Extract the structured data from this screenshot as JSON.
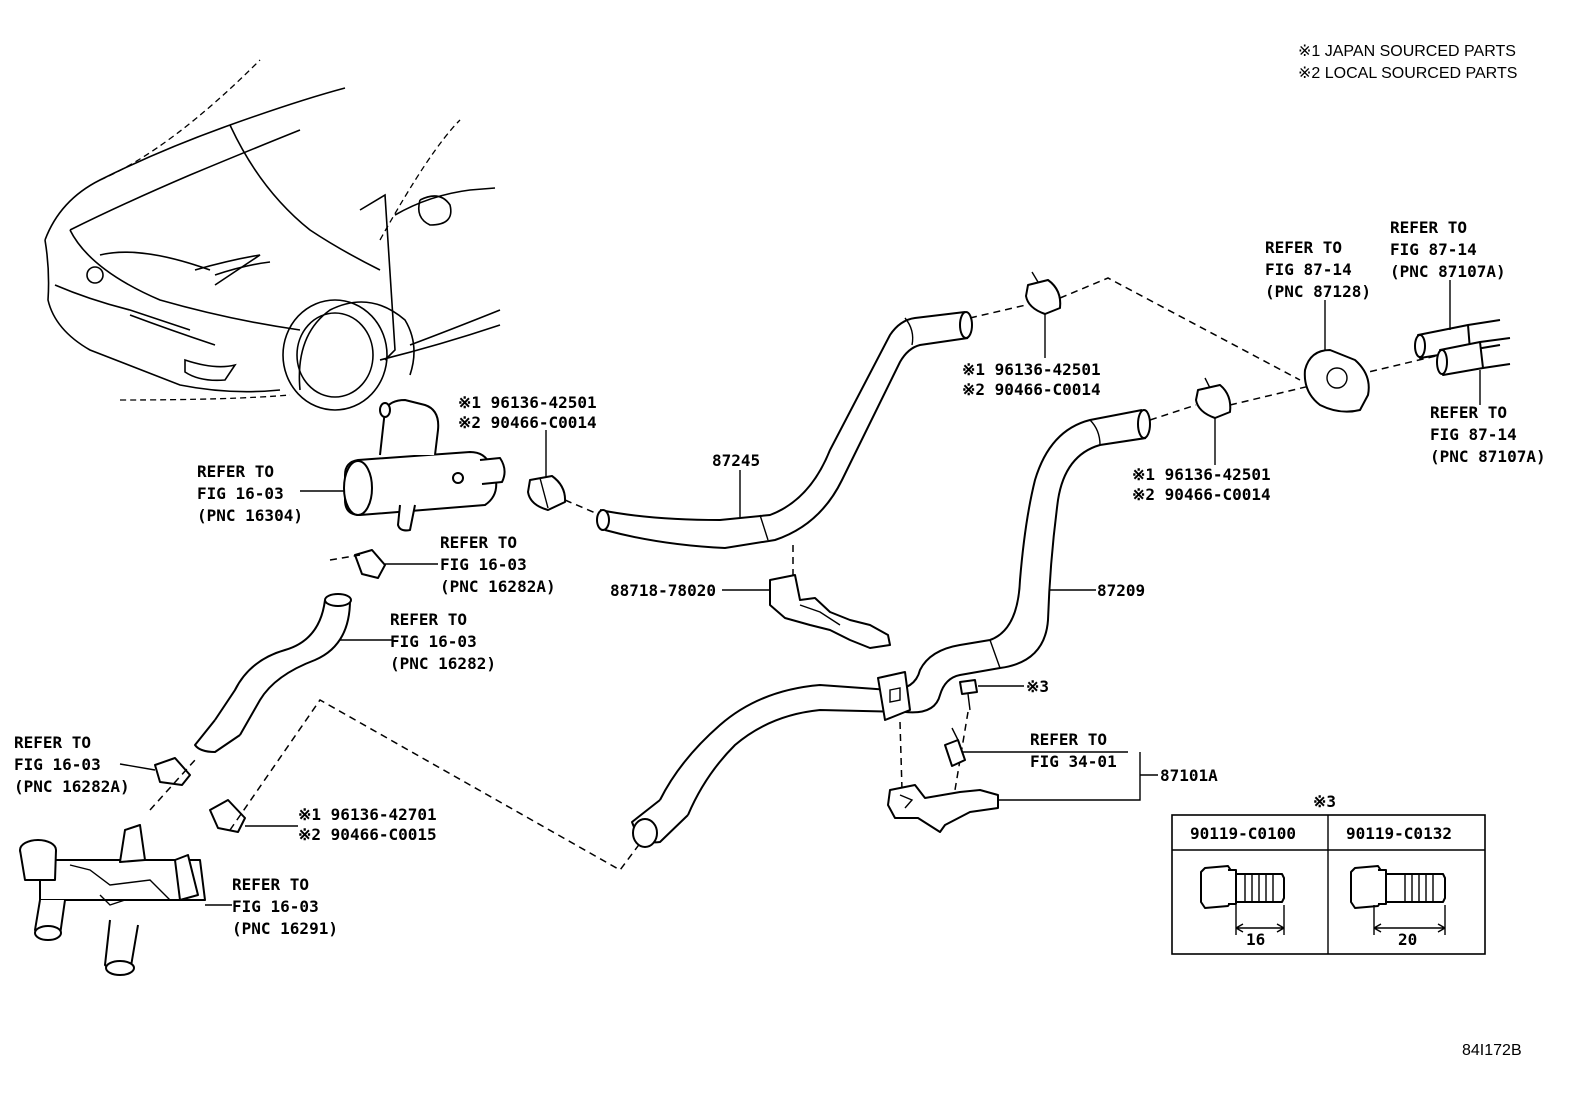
{
  "notes": {
    "line1": "※1 JAPAN SOURCED PARTS",
    "line2": "※2 LOCAL SOURCED PARTS"
  },
  "figure_id": "84I172B",
  "labels": {
    "hose_87245": "87245",
    "hose_87209": "87209",
    "bracket_88718": "88718-78020",
    "bracket_87101A": "87101A",
    "bolt_mark": "※3",
    "clamp_top": {
      "line1": "※1 96136-42501",
      "line2": "※2 90466-C0014"
    },
    "clamp_mid_left": {
      "line1": "※1 96136-42501",
      "line2": "※2 90466-C0014"
    },
    "clamp_right": {
      "line1": "※1 96136-42501",
      "line2": "※2 90466-C0014"
    },
    "clamp_lower": {
      "line1": "※1 96136-42701",
      "line2": "※2 90466-C0015"
    }
  },
  "refers": {
    "fig16_16304": {
      "l1": "REFER TO",
      "l2": "FIG 16-03",
      "l3": "(PNC 16304)"
    },
    "fig16_16282A_top": {
      "l1": "REFER TO",
      "l2": "FIG 16-03",
      "l3": "(PNC 16282A)"
    },
    "fig16_16282": {
      "l1": "REFER TO",
      "l2": "FIG 16-03",
      "l3": "(PNC 16282)"
    },
    "fig16_16282A_left": {
      "l1": "REFER TO",
      "l2": "FIG 16-03",
      "l3": "(PNC 16282A)"
    },
    "fig16_16291": {
      "l1": "REFER TO",
      "l2": "FIG 16-03",
      "l3": "(PNC 16291)"
    },
    "fig87_87128": {
      "l1": "REFER TO",
      "l2": "FIG 87-14",
      "l3": "(PNC 87128)"
    },
    "fig87_87107A_top": {
      "l1": "REFER TO",
      "l2": "FIG 87-14",
      "l3": "(PNC 87107A)"
    },
    "fig87_87107A_bot": {
      "l1": "REFER TO",
      "l2": "FIG 87-14",
      "l3": "(PNC 87107A)"
    },
    "fig34": {
      "l1": "REFER TO",
      "l2": "FIG 34-01"
    }
  },
  "bolt_table": {
    "title": "※3",
    "columns": [
      {
        "part": "90119-C0100",
        "length": "16"
      },
      {
        "part": "90119-C0132",
        "length": "20"
      }
    ]
  }
}
